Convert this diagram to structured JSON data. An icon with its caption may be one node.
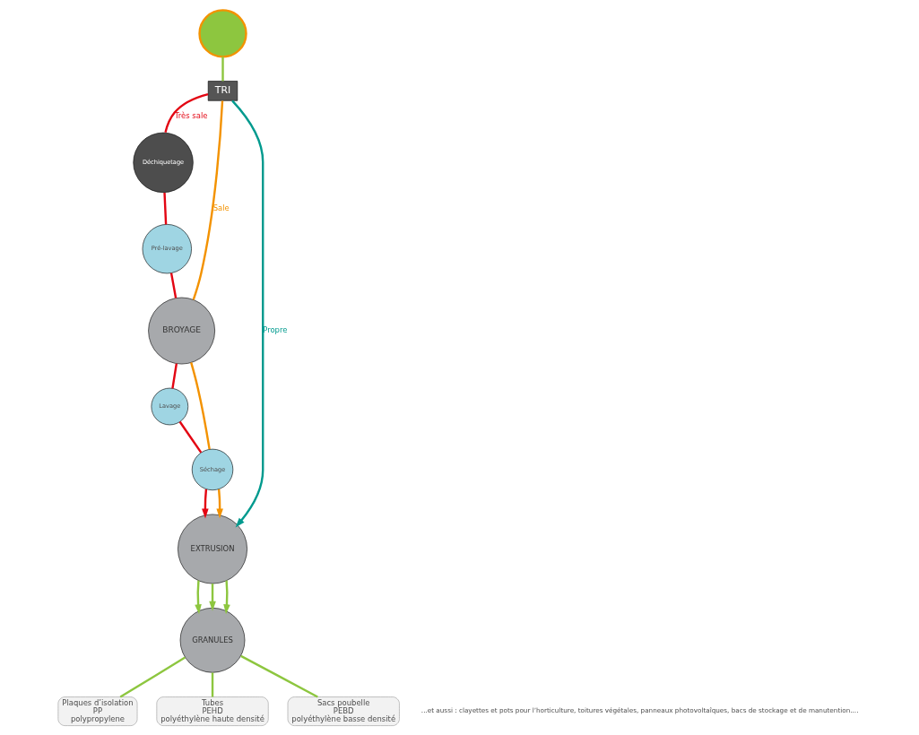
{
  "diagram": {
    "nodes": [
      {
        "text": [],
        "shape": "circle"
      },
      {
        "text": [
          "TRI"
        ]
      },
      {
        "text": [
          "Déchiquetage"
        ]
      },
      {
        "text": [
          "Pré-lavage"
        ]
      },
      {
        "text": [
          "BROYAGE"
        ]
      },
      {
        "text": [
          "Lavage"
        ]
      },
      {
        "text": [
          "Séchage"
        ]
      },
      {
        "text": [
          "EXTRUSION"
        ]
      },
      {
        "text": [
          "GRANULES"
        ]
      },
      {
        "text": [
          "Plaques d’isolation",
          "PP",
          "polypropylene"
        ]
      },
      {
        "text": [
          "Tubes",
          "PEHD",
          "polyéthylène haute densité"
        ]
      },
      {
        "text": [
          "Sacs poubelle",
          "PEBD",
          "polyéthylène basse densité"
        ]
      }
    ],
    "edges": [
      {
        "from": 0,
        "to": 1,
        "arrow": "none",
        "color": "#8dc63f"
      },
      {
        "from": 1,
        "to": 2,
        "arrow": "none",
        "label": "Très sale",
        "color": "#e30613"
      },
      {
        "from": 2,
        "to": 3,
        "arrow": "none",
        "color": "#e30613"
      },
      {
        "from": 3,
        "to": 4,
        "arrow": "none",
        "color": "#e30613"
      },
      {
        "from": 4,
        "to": 5,
        "arrow": "none",
        "color": "#e30613"
      },
      {
        "from": 5,
        "to": 6,
        "arrow": "none",
        "color": "#e30613"
      },
      {
        "from": 6,
        "to": 7,
        "arrow": "to",
        "color": "#e30613"
      },
      {
        "from": 1,
        "to": 4,
        "arrow": "none",
        "label": "Sale",
        "color": "#f39200"
      },
      {
        "from": 4,
        "to": 6,
        "arrow": "none",
        "color": "#f39200"
      },
      {
        "from": 6,
        "to": 7,
        "arrow": "to",
        "color": "#f39200"
      },
      {
        "from": 1,
        "to": 7,
        "arrow": "to",
        "label": "Propre",
        "color": "#009a8e"
      },
      {
        "from": 7,
        "to": 8,
        "arrow": "to",
        "color": "#8dc63f"
      },
      {
        "from": 7,
        "to": 8,
        "arrow": "to",
        "color": "#8dc63f"
      },
      {
        "from": 7,
        "to": 8,
        "arrow": "to",
        "color": "#8dc63f"
      },
      {
        "from": 8,
        "to": 9,
        "arrow": "none",
        "color": "#8dc63f"
      },
      {
        "from": 8,
        "to": 10,
        "arrow": "none",
        "color": "#8dc63f"
      },
      {
        "from": 8,
        "to": 11,
        "arrow": "none",
        "color": "#8dc63f"
      }
    ],
    "labels": [
      "...et aussi : clayettes et pots pour l’horticulture, toitures végétales, panneaux photovoltaîques, bacs de stockage et de manutention...."
    ]
  }
}
